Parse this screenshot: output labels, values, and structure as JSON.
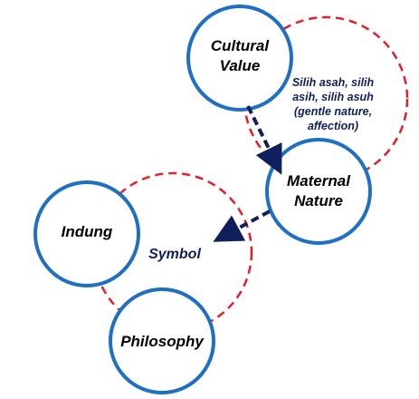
{
  "colors": {
    "node_stroke": "#1f6fc4",
    "group_dash": "#e0202a",
    "arrow": "#0f1f5c",
    "note_text": "#0f1f5c"
  },
  "nodes": {
    "cultural_value": {
      "line1": "Cultural",
      "line2": "Value"
    },
    "maternal_nature": {
      "line1": "Maternal",
      "line2": "Nature"
    },
    "indung": {
      "label": "Indung"
    },
    "philosophy": {
      "label": "Philosophy"
    }
  },
  "annotations": {
    "silih": {
      "line1": "Silih asah, silih",
      "line2": "asih, silih asuh",
      "line3": "(gentle nature,",
      "line4": "affection)"
    },
    "symbol": "Symbol"
  },
  "edges": [
    {
      "from": "Cultural Value",
      "to": "Maternal Nature",
      "style": "dashed-arrow"
    },
    {
      "from": "Maternal Nature",
      "to": "Symbol",
      "style": "dashed-arrow"
    }
  ]
}
